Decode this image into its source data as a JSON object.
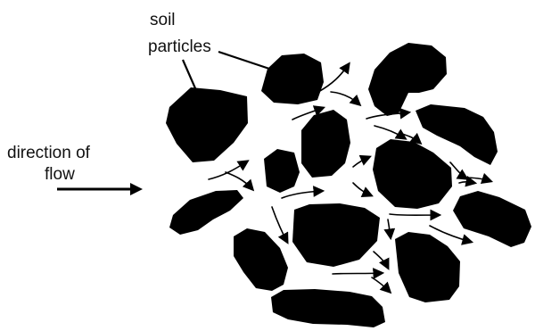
{
  "labels": {
    "soil_line1": "soil",
    "soil_line2": "particles",
    "flow_line1": "direction of",
    "flow_line2": "flow"
  },
  "colors": {
    "particle": "#000000",
    "text": "#111111",
    "background": "#ffffff"
  }
}
